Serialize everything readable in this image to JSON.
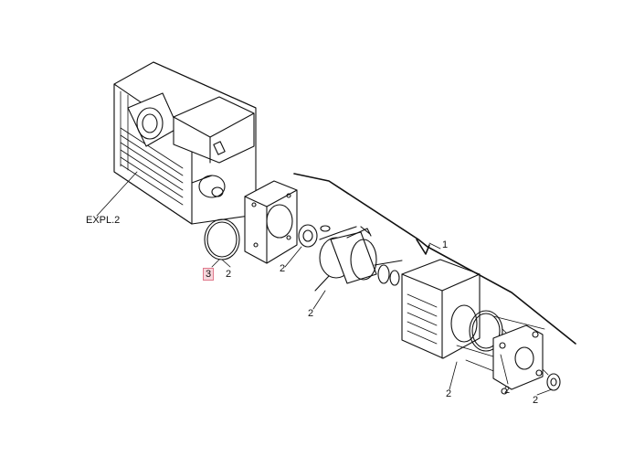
{
  "labels": {
    "expl": "EXPL.2",
    "group": "1",
    "highlight": "3",
    "qty": "2"
  },
  "colors": {
    "line": "#111111",
    "highlight_bg": "#f7d6dc",
    "highlight_border": "#e07a8c"
  }
}
